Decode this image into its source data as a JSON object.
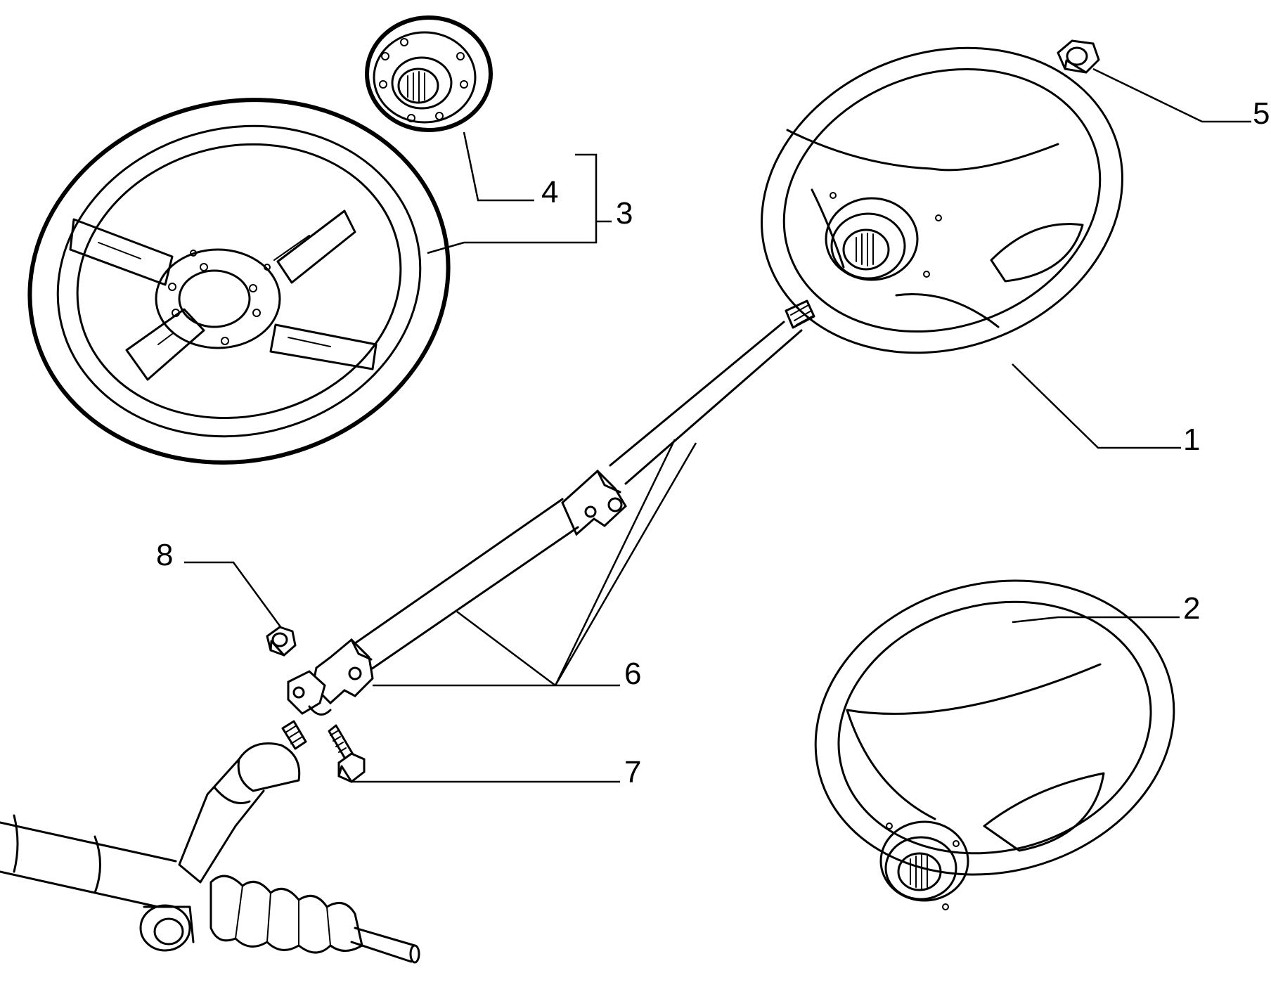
{
  "callouts": {
    "c1": "1",
    "c2": "2",
    "c3": "3",
    "c4": "4",
    "c5": "5",
    "c6": "6",
    "c7": "7",
    "c8": "8"
  },
  "icons": [
    "steering-wheel",
    "steering-hub",
    "nut",
    "steering-column",
    "universal-joint",
    "bolt",
    "steering-rack"
  ]
}
